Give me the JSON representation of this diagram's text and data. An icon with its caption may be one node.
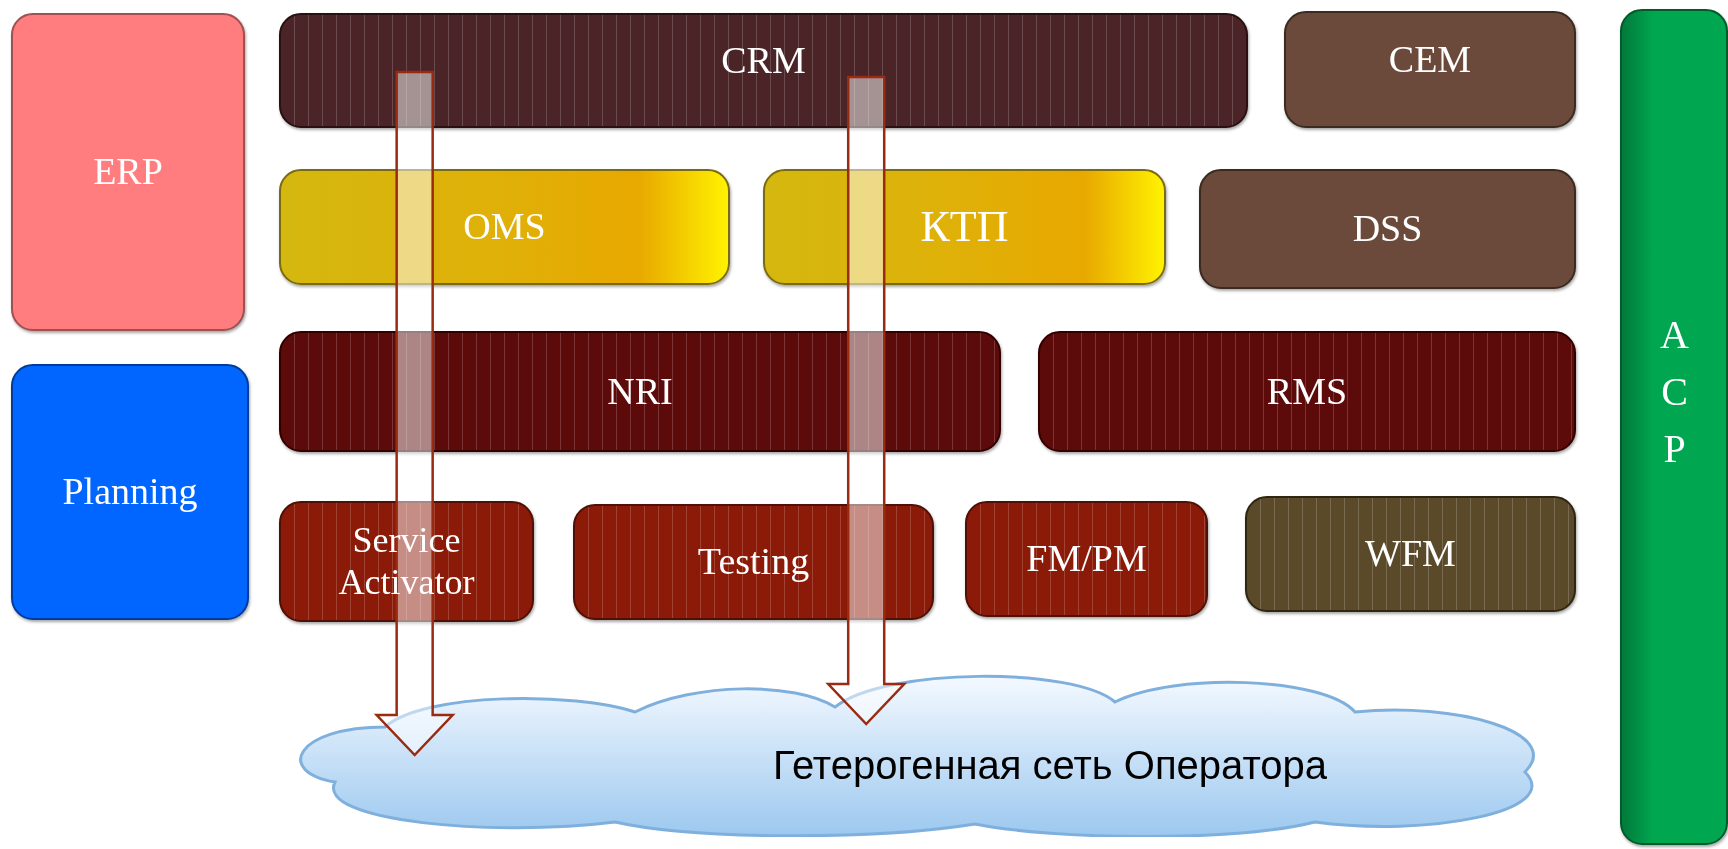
{
  "diagram": {
    "nodes": [
      {
        "text": [
          "ERP"
        ]
      },
      {
        "text": [
          "CRM"
        ]
      },
      {
        "text": [
          "CEM"
        ]
      },
      {
        "text": [
          "АСР"
        ]
      },
      {
        "text": [
          "OMS"
        ]
      },
      {
        "text": [
          "КТП"
        ]
      },
      {
        "text": [
          "DSS"
        ]
      },
      {
        "text": [
          "NRI"
        ]
      },
      {
        "text": [
          "RMS"
        ]
      },
      {
        "text": [
          "Planning"
        ]
      },
      {
        "text": [
          "Service Activator"
        ]
      },
      {
        "text": [
          "Testing"
        ]
      },
      {
        "text": [
          "FM/PM"
        ]
      },
      {
        "text": [
          "WFM"
        ]
      },
      {
        "text": [
          "Гетерогенная сеть Оператора"
        ]
      }
    ],
    "edges": [
      {
        "from": 1,
        "to": 14,
        "arrow": "to"
      },
      {
        "from": 1,
        "to": 14,
        "arrow": "to"
      }
    ]
  }
}
